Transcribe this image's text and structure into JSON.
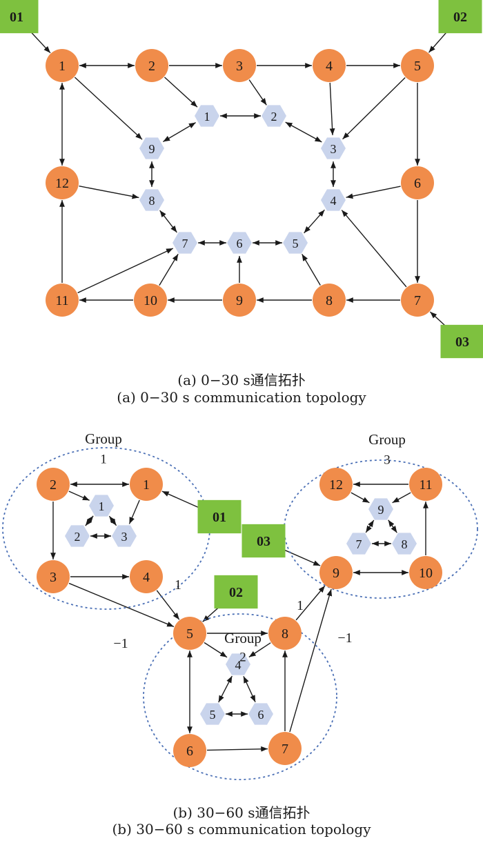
{
  "captions": {
    "a_zh": "(a) 0−30 s通信拓扑",
    "a_en": "(a) 0−30 s communication topology",
    "b_zh": "(b) 30−60 s通信拓扑",
    "b_en": "(b) 30−60 s communication topology"
  },
  "colors": {
    "agent": "#f08c4a",
    "hex_node": "#c9d4ec",
    "leader": "#7ec13f",
    "group_border": "#4a6fb5",
    "edge": "#1a1a1a"
  },
  "groups": [
    {
      "label": "Group",
      "number": "1"
    },
    {
      "label": "Group",
      "number": "2"
    },
    {
      "label": "Group",
      "number": "3"
    }
  ],
  "edge_weights": [
    "1",
    "−1",
    "1",
    "−1"
  ],
  "top": {
    "leaders": [
      "01",
      "02",
      "03"
    ],
    "agents": [
      "1",
      "2",
      "3",
      "4",
      "5",
      "6",
      "7",
      "8",
      "9",
      "10",
      "11",
      "12"
    ],
    "hexes": [
      "1",
      "2",
      "3",
      "4",
      "5",
      "6",
      "7",
      "8",
      "9"
    ]
  },
  "bottom": {
    "leaders": [
      "01",
      "02",
      "03"
    ],
    "agents": [
      "1",
      "2",
      "3",
      "4",
      "5",
      "6",
      "7",
      "8",
      "9",
      "10",
      "11",
      "12"
    ],
    "hexes": [
      "1",
      "2",
      "3",
      "4",
      "5",
      "6",
      "7",
      "8",
      "9"
    ]
  }
}
